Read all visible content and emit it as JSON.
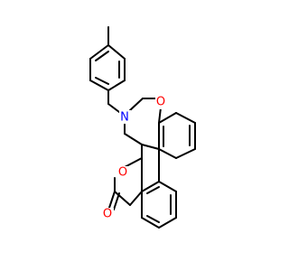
{
  "molecule": {
    "atoms": [
      {
        "id": "N1",
        "label": "N",
        "color": "#0000ff"
      },
      {
        "id": "O1",
        "label": "O",
        "color": "#ff0000"
      },
      {
        "id": "O2",
        "label": "O",
        "color": "#ff0000"
      },
      {
        "id": "O3",
        "label": "O",
        "color": "#ff0000"
      }
    ],
    "bond_color": "#000000",
    "background": "#ffffff"
  }
}
